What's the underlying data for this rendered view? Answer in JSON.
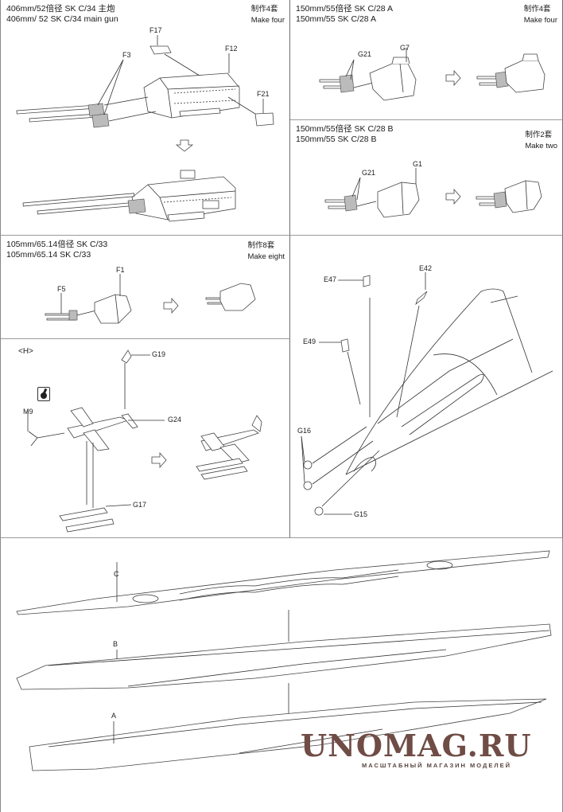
{
  "panels": {
    "main_gun": {
      "title_cn": "406mm/52倍径 SK C/34 主炮",
      "title_en": "406mm/ 52 SK C/34 main gun",
      "qty_cn": "制作4套",
      "qty_en": "Make four",
      "parts": [
        "F17",
        "F12",
        "F3",
        "F21"
      ]
    },
    "secondary_a": {
      "title_cn": "150mm/55倍径 SK C/28 A",
      "title_en": "150mm/55 SK C/28 A",
      "qty_cn": "制作4套",
      "qty_en": "Make four",
      "parts": [
        "G21",
        "G7"
      ]
    },
    "secondary_b": {
      "title_cn": "150mm/55倍径 SK C/28 B",
      "title_en": "150mm/55 SK C/28 B",
      "qty_cn": "制作2套",
      "qty_en": "Make two",
      "parts": [
        "G21",
        "G1"
      ]
    },
    "aa_gun": {
      "title_cn": "105mm/65.14倍径 SK C/33",
      "title_en": "105mm/65.14 SK C/33",
      "qty_cn": "制作8套",
      "qty_en": "Make eight",
      "parts": [
        "F1",
        "F5"
      ]
    },
    "aircraft": {
      "step_label": "<H>",
      "paint_icon": "paint-drop-icon",
      "parts": [
        "G19",
        "M9",
        "G24",
        "G17"
      ]
    },
    "stern": {
      "parts": [
        "E47",
        "E42",
        "E49",
        "G16",
        "G15"
      ]
    },
    "hull": {
      "parts": [
        "C",
        "B",
        "A"
      ]
    }
  },
  "watermark": {
    "brand": "UNOMAG.RU",
    "tagline": "МАСШТАБНЫЙ МАГАЗИН МОДЕЛЕЙ"
  }
}
